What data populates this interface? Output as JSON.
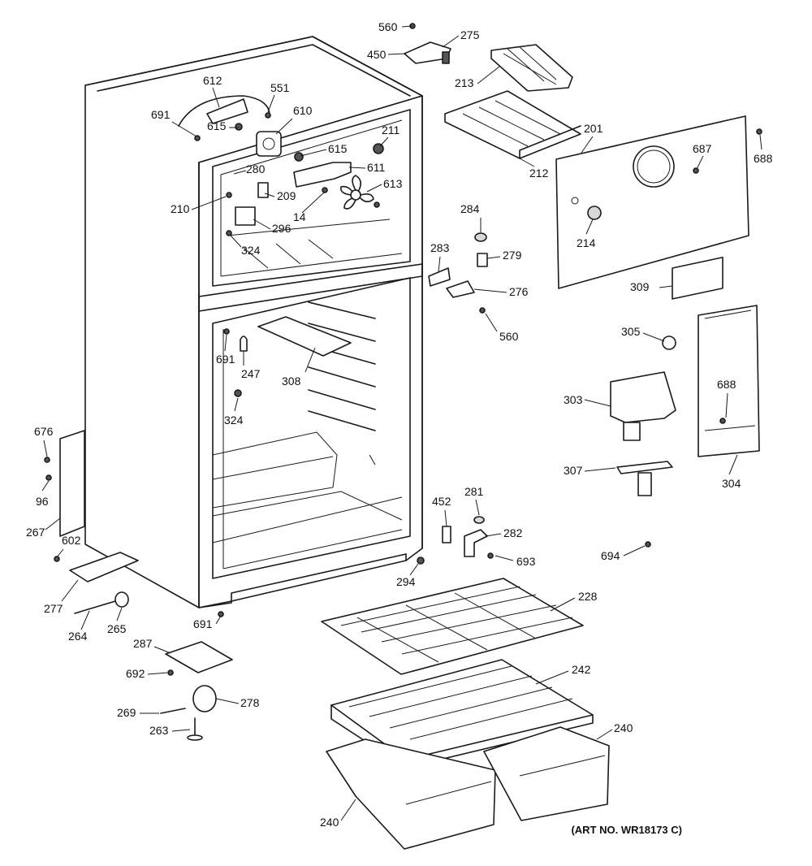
{
  "diagram": {
    "art_number": "(ART NO. WR18173 C)",
    "callouts": [
      {
        "id": "c560a",
        "text": "560"
      },
      {
        "id": "c275",
        "text": "275"
      },
      {
        "id": "c450",
        "text": "450"
      },
      {
        "id": "c213",
        "text": "213"
      },
      {
        "id": "c612",
        "text": "612"
      },
      {
        "id": "c551",
        "text": "551"
      },
      {
        "id": "c691a",
        "text": "691"
      },
      {
        "id": "c610",
        "text": "610"
      },
      {
        "id": "c615a",
        "text": "615"
      },
      {
        "id": "c211",
        "text": "211"
      },
      {
        "id": "c615b",
        "text": "615"
      },
      {
        "id": "c280",
        "text": "280"
      },
      {
        "id": "c611",
        "text": "611"
      },
      {
        "id": "c613",
        "text": "613"
      },
      {
        "id": "c209",
        "text": "209"
      },
      {
        "id": "c210",
        "text": "210"
      },
      {
        "id": "c14",
        "text": "14"
      },
      {
        "id": "c296",
        "text": "296"
      },
      {
        "id": "c324a",
        "text": "324"
      },
      {
        "id": "c212",
        "text": "212"
      },
      {
        "id": "c201",
        "text": "201"
      },
      {
        "id": "c687",
        "text": "687"
      },
      {
        "id": "c688a",
        "text": "688"
      },
      {
        "id": "c214",
        "text": "214"
      },
      {
        "id": "c284",
        "text": "284"
      },
      {
        "id": "c283",
        "text": "283"
      },
      {
        "id": "c279",
        "text": "279"
      },
      {
        "id": "c276",
        "text": "276"
      },
      {
        "id": "c560b",
        "text": "560"
      },
      {
        "id": "c309",
        "text": "309"
      },
      {
        "id": "c305",
        "text": "305"
      },
      {
        "id": "c691b",
        "text": "691"
      },
      {
        "id": "c247",
        "text": "247"
      },
      {
        "id": "c308",
        "text": "308"
      },
      {
        "id": "c324b",
        "text": "324"
      },
      {
        "id": "c303",
        "text": "303"
      },
      {
        "id": "c688b",
        "text": "688"
      },
      {
        "id": "c676",
        "text": "676"
      },
      {
        "id": "c96",
        "text": "96"
      },
      {
        "id": "c267",
        "text": "267"
      },
      {
        "id": "c307",
        "text": "307"
      },
      {
        "id": "c304",
        "text": "304"
      },
      {
        "id": "c452",
        "text": "452"
      },
      {
        "id": "c281",
        "text": "281"
      },
      {
        "id": "c282",
        "text": "282"
      },
      {
        "id": "c693",
        "text": "693"
      },
      {
        "id": "c602",
        "text": "602"
      },
      {
        "id": "c694",
        "text": "694"
      },
      {
        "id": "c294",
        "text": "294"
      },
      {
        "id": "c277",
        "text": "277"
      },
      {
        "id": "c228",
        "text": "228"
      },
      {
        "id": "c264",
        "text": "264"
      },
      {
        "id": "c265",
        "text": "265"
      },
      {
        "id": "c691c",
        "text": "691"
      },
      {
        "id": "c287",
        "text": "287"
      },
      {
        "id": "c242",
        "text": "242"
      },
      {
        "id": "c692",
        "text": "692"
      },
      {
        "id": "c269",
        "text": "269"
      },
      {
        "id": "c278",
        "text": "278"
      },
      {
        "id": "c263",
        "text": "263"
      },
      {
        "id": "c240a",
        "text": "240"
      },
      {
        "id": "c240b",
        "text": "240"
      }
    ]
  }
}
